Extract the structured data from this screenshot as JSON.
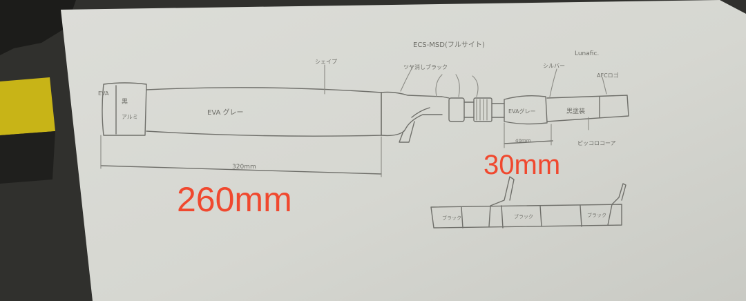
{
  "sketch": {
    "top_label": "ECS-MSD(フルサイト)",
    "shape_label": "シェイプ",
    "tsuyakeshi_label": "ツヤ消しブラック",
    "silver_label": "シルバー",
    "brand_label": "Lunafic.",
    "logo_label": "AFCロゴ",
    "end_cap_label": "EVA",
    "end_cap_black_label": "黒",
    "end_cap_ring_label": "アルミ",
    "grip_label": "EVA グレー",
    "fore_grip_label": "EVAグレー",
    "front_label": "黒塗装",
    "piccolo_label": "ピッコロコーア",
    "length_320_label": "320mm",
    "length_40_label": "40mm",
    "black_label_1": "ブラック",
    "black_label_2": "ブラック",
    "black_label_3": "ブラック"
  },
  "overlay": {
    "rear_length": "260mm",
    "fore_length": "30mm"
  },
  "colors": {
    "paper": "#d9dad4",
    "pencil": "#6f6f6a",
    "overlay_red": "#f0482e"
  }
}
